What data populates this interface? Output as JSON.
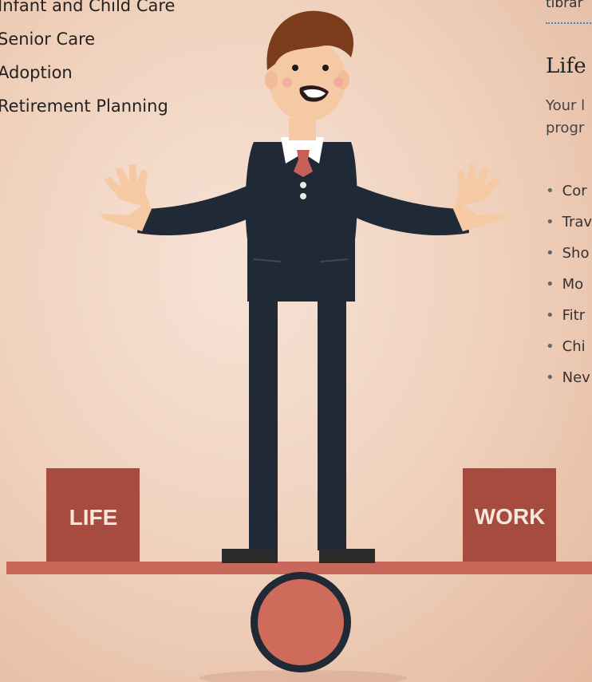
{
  "left_list": {
    "items": [
      "Infant and Child Care",
      "Senior Care",
      "Adoption",
      "Retirement Planning"
    ]
  },
  "illustration": {
    "left_box_label": "LIFE",
    "right_box_label": "WORK",
    "colors": {
      "background": "#f0d2bf",
      "box": "#a74a3f",
      "plank": "#c7685a",
      "fulcrum": "#cf6b5a",
      "suit": "#1f2a36",
      "skin": "#f5c9a3",
      "hair": "#7a3c1b",
      "tie": "#c75f58"
    }
  },
  "right_column": {
    "top_fragment": "tibrar",
    "heading": "Life",
    "para_line1": "Your l",
    "para_line2": "progr",
    "bullets": [
      "Cor",
      "Trav",
      "Sho",
      "Mo",
      "Fitr",
      "Chi",
      "Nev"
    ]
  }
}
